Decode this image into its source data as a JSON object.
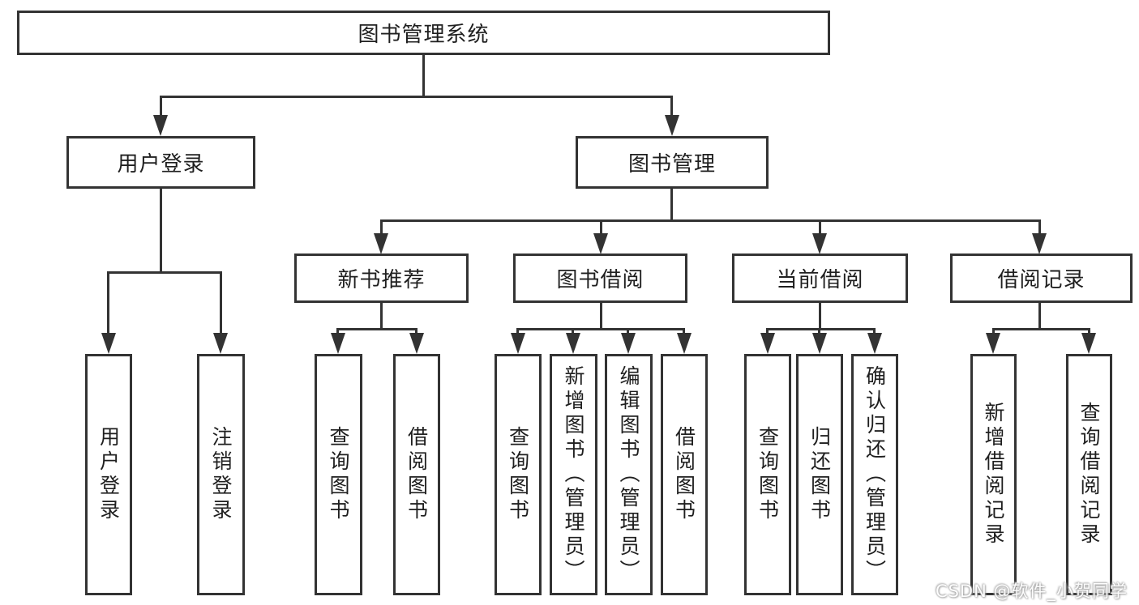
{
  "diagram": {
    "title": "图书管理系统",
    "tree": {
      "root": {
        "label": "图书管理系统"
      },
      "level2": [
        {
          "label": "用户登录"
        },
        {
          "label": "图书管理"
        }
      ],
      "level3": [
        {
          "label": "新书推荐"
        },
        {
          "label": "图书借阅"
        },
        {
          "label": "当前借阅"
        },
        {
          "label": "借阅记录"
        }
      ],
      "leaves": {
        "user_login": [
          {
            "label": "用户登录"
          },
          {
            "label": "注销登录"
          }
        ],
        "new_book": [
          {
            "label": "查询图书"
          },
          {
            "label": "借阅图书"
          }
        ],
        "book_borrow": [
          {
            "label": "查询图书"
          },
          {
            "label": "新增图书（管理员）"
          },
          {
            "label": "编辑图书（管理员）"
          },
          {
            "label": "借阅图书"
          }
        ],
        "current_borrow": [
          {
            "label": "查询图书"
          },
          {
            "label": "归还图书"
          },
          {
            "label": "确认归还（管理员）"
          }
        ],
        "borrow_record": [
          {
            "label": "新增借阅记录"
          },
          {
            "label": "查询借阅记录"
          }
        ]
      }
    },
    "watermark": "CSDN @软件_小贺同学",
    "colors": {
      "line": "#333333",
      "text": "#1f1f1f",
      "background": "#ffffff",
      "watermark": "#ffffff"
    }
  }
}
